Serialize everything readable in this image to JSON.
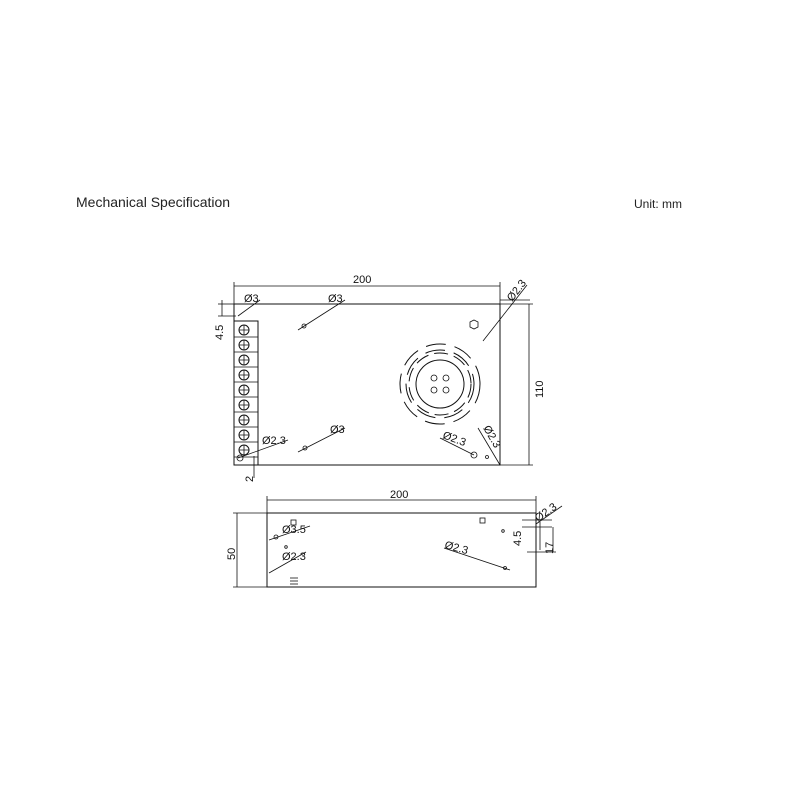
{
  "header": {
    "title": "Mechanical Specification",
    "unit": "Unit: mm"
  },
  "top_view": {
    "width_dim": "200",
    "height_dim": "110",
    "edge_offset": "4.5",
    "bottom_offset": "2",
    "holes": {
      "tl": "Ø3",
      "tc": "Ø3",
      "tr": "Ø2.3",
      "bl": "Ø2.3",
      "bc": "Ø3",
      "br1": "Ø2.3",
      "br2": "Ø2.3"
    }
  },
  "side_view": {
    "width_dim": "200",
    "height_dim": "50",
    "notch_offset": "4.5",
    "notch_height": "17",
    "holes": {
      "l1": "Ø3.5",
      "l2": "Ø2.3",
      "r": "Ø2.3",
      "notch": "Ø2.3"
    }
  }
}
